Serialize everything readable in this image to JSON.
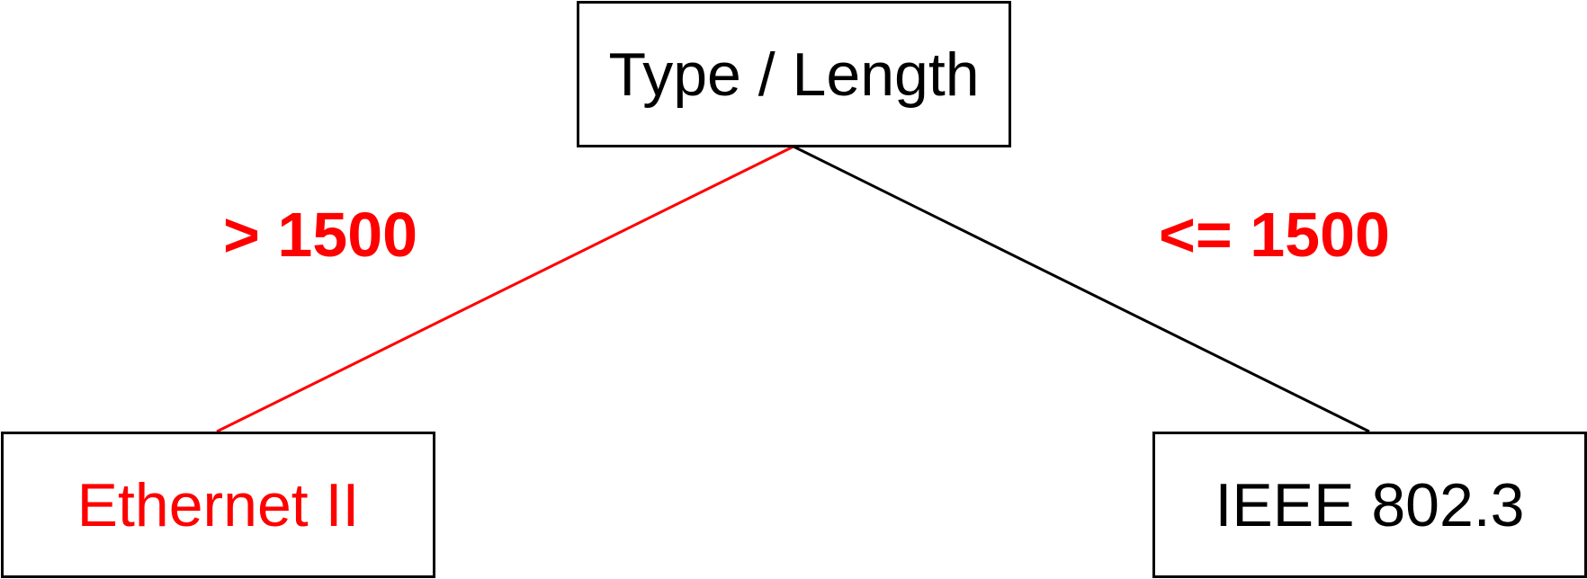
{
  "root": {
    "label": "Type / Length"
  },
  "branches": [
    {
      "condition": "> 1500",
      "target": "Ethernet II",
      "color": "#ff0000",
      "target_color": "#ff0000"
    },
    {
      "condition": "<= 1500",
      "target": "IEEE 802.3",
      "color": "#000000",
      "target_color": "#000000"
    }
  ],
  "colors": {
    "condition_label": "#ff0000",
    "box_border": "#000000",
    "default_text": "#000000"
  }
}
